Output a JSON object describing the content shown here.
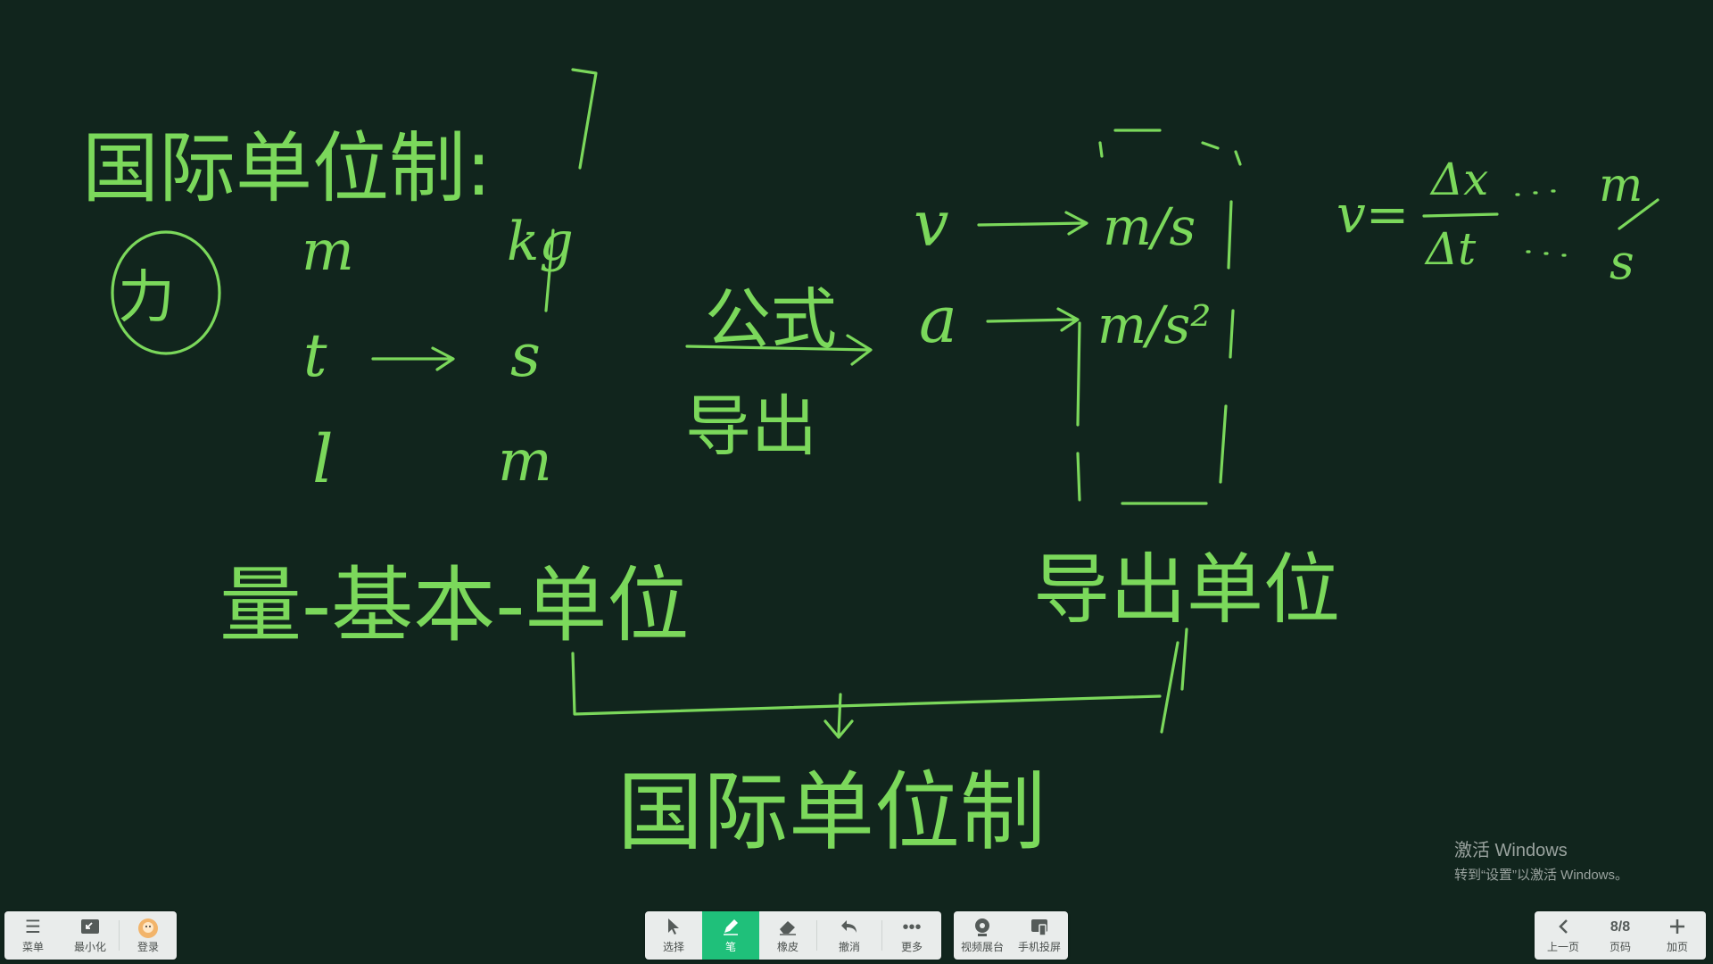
{
  "board": {
    "title_left": "国际单位制:",
    "circle_char": "力",
    "base_quantities": [
      "m",
      "t",
      "l"
    ],
    "base_units": [
      "kg",
      "s",
      "m"
    ],
    "formula_label": "公式",
    "derive_label": "导出",
    "derived_quantities": [
      "v",
      "a"
    ],
    "derived_units": [
      "m/s",
      "m/s²"
    ],
    "base_unit_caption": "量-基本-单位",
    "derived_unit_caption": "导出单位",
    "bottom_title": "国际单位制",
    "formula_v": "v=",
    "formula_num": "Δx",
    "formula_den": "Δt",
    "formula_unit_num": "m",
    "formula_unit_den": "s"
  },
  "watermark": {
    "line1": "激活 Windows",
    "line2": "转到“设置”以激活 Windows。"
  },
  "toolbar_left": [
    {
      "label": "菜单",
      "icon": "menu-icon"
    },
    {
      "label": "最小化",
      "icon": "minimize-icon"
    },
    {
      "label": "登录",
      "icon": "avatar-icon"
    }
  ],
  "toolbar_center": [
    {
      "label": "选择",
      "icon": "cursor-icon"
    },
    {
      "label": "笔",
      "icon": "pen-icon",
      "active": true
    },
    {
      "label": "橡皮",
      "icon": "eraser-icon"
    },
    {
      "label": "撤消",
      "icon": "undo-icon"
    },
    {
      "label": "更多",
      "icon": "more-icon"
    }
  ],
  "toolbar_center2": [
    {
      "label": "视频展台",
      "icon": "camera-icon"
    },
    {
      "label": "手机投屏",
      "icon": "phone-cast-icon"
    }
  ],
  "toolbar_right": {
    "prev": {
      "label": "上一页",
      "icon": "chevron-left-icon"
    },
    "page": {
      "label": "页码",
      "value": "8/8"
    },
    "add": {
      "label": "加页",
      "icon": "plus-icon"
    }
  },
  "colors": {
    "board": "#11251d",
    "ink": "#7bd85b",
    "active": "#1fc07a"
  }
}
